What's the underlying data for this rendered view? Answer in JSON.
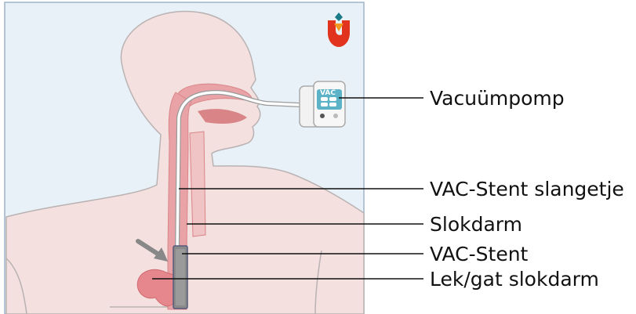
{
  "labels": {
    "pump": "Vacuümpomp",
    "stent_tube": "VAC-Stent slangetje",
    "esophagus": "Slokdarm",
    "stent": "VAC-Stent",
    "leak": "Lek/gat slokdarm"
  },
  "device": {
    "screen_text": "VAC"
  },
  "colors": {
    "panel_bg": "#e9f1f8",
    "skin": "#f4e0df",
    "skin_outline": "#b9b2b2",
    "tissue": "#e9a3a7",
    "tissue_dark": "#d98588",
    "tube": "#ffffff",
    "stent": "#8a8a8a",
    "leak": "#e5878c",
    "logo_red": "#e2331f",
    "logo_orange": "#f29a1f",
    "logo_teal": "#1a7c8a"
  }
}
